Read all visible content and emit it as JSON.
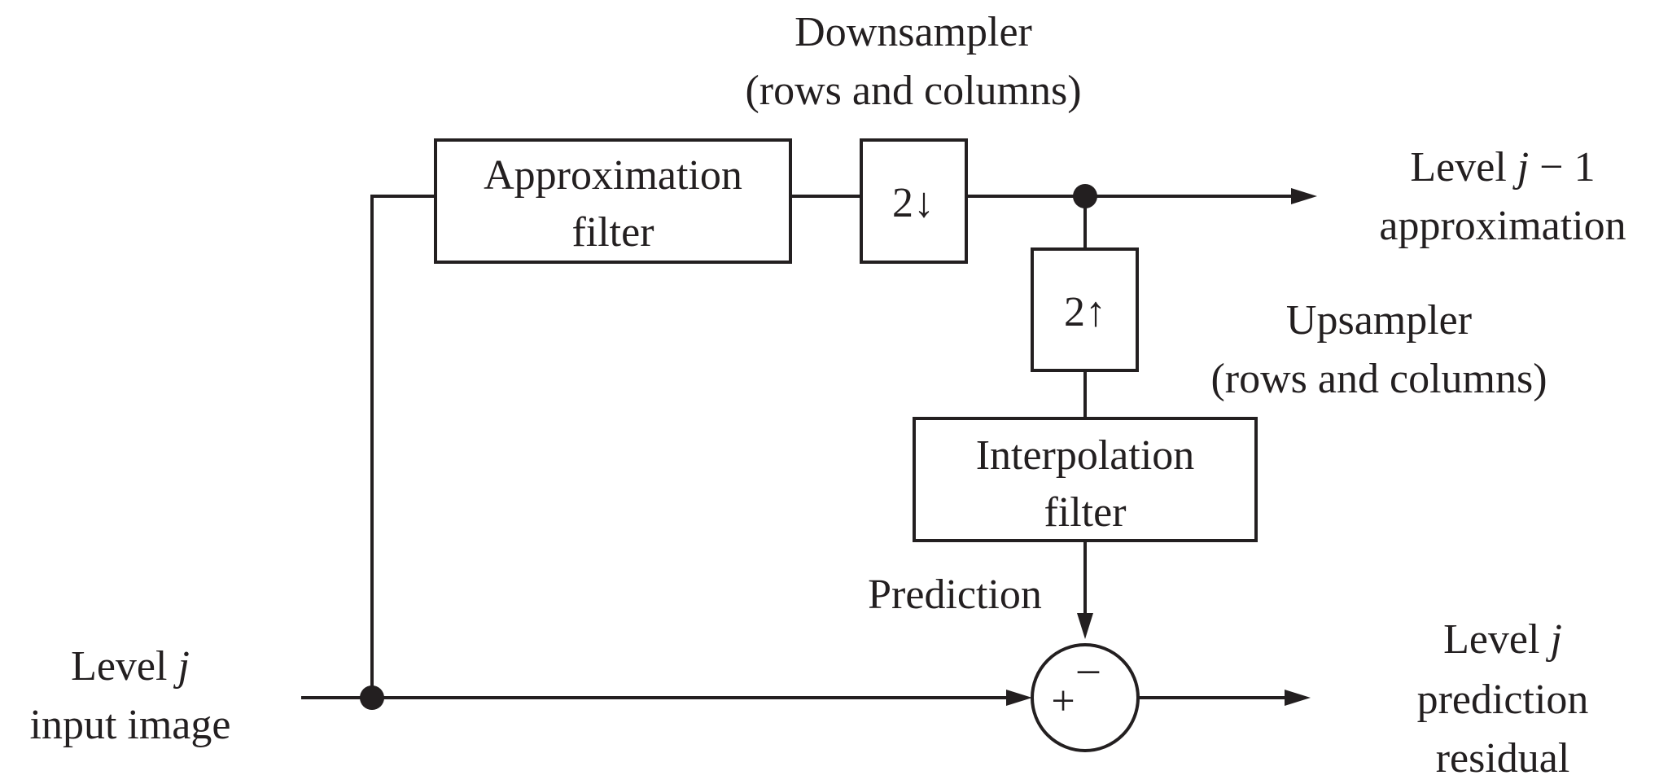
{
  "blocks": {
    "approximation_filter": {
      "line1": "Approximation",
      "line2": "filter"
    },
    "downsampler_box": "2↓",
    "upsampler_box": "2↑",
    "interpolation_filter": {
      "line1": "Interpolation",
      "line2": "filter"
    },
    "summer": {
      "plus": "+",
      "minus": "–"
    }
  },
  "labels": {
    "downsampler": {
      "line1": "Downsampler",
      "line2": "(rows and columns)"
    },
    "upsampler": {
      "line1": "Upsampler",
      "line2": "(rows and columns)"
    },
    "prediction": "Prediction",
    "input": {
      "line1_text": "Level ",
      "line1_var": "j",
      "line2": "input image"
    },
    "output_approx": {
      "line1_text": "Level ",
      "line1_var": "j",
      "line1_tail": " − 1",
      "line2": "approximation"
    },
    "output_residual": {
      "line1_text": "Level ",
      "line1_var": "j",
      "line2": "prediction",
      "line3": "residual"
    }
  }
}
